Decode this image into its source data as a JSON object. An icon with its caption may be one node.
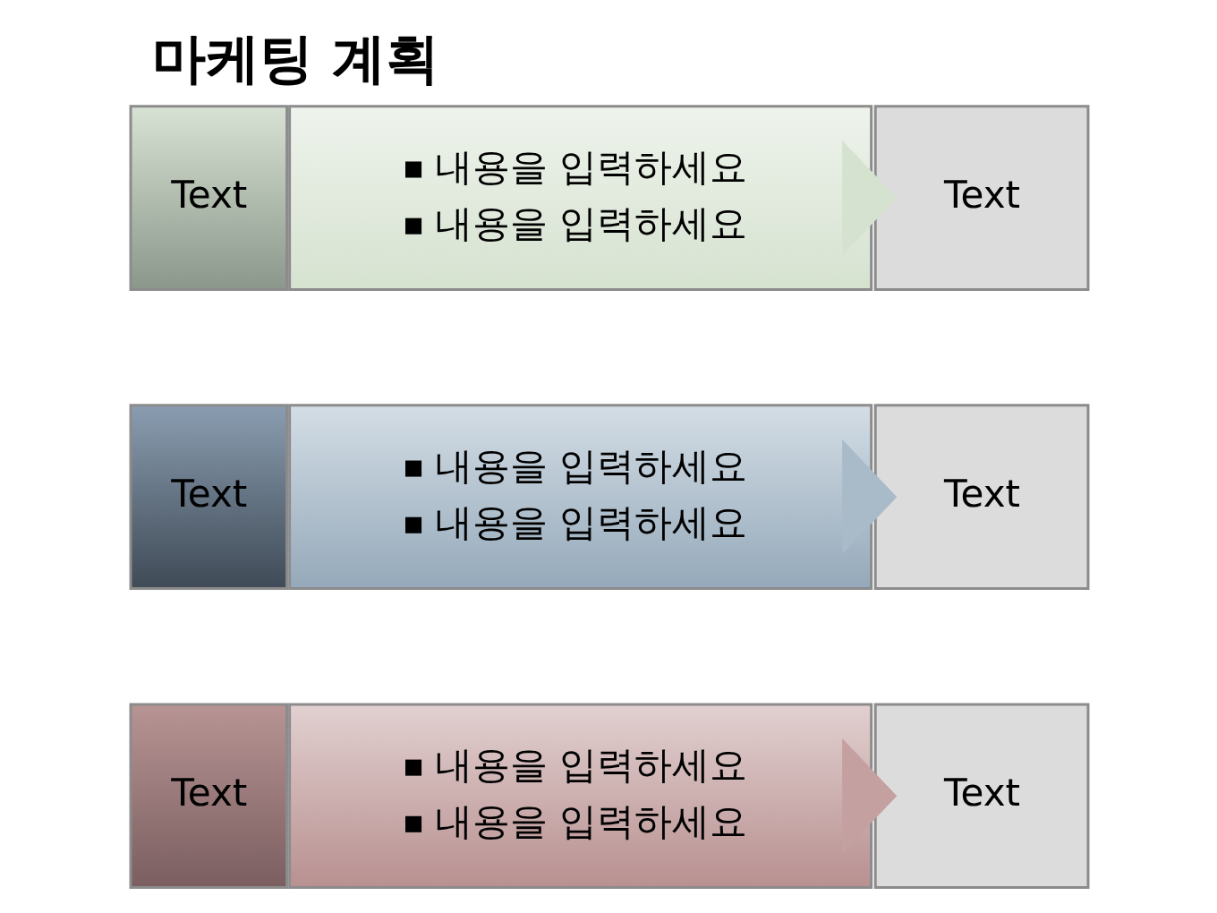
{
  "diagram": {
    "title": "마케팅 계획",
    "nodes": [
      {
        "text": [
          "Text"
        ]
      },
      {
        "text": [
          "내용을 입력하세요",
          "내용을 입력하세요"
        ]
      },
      {
        "text": [
          "Text"
        ]
      },
      {
        "text": [
          "Text"
        ]
      },
      {
        "text": [
          "내용을 입력하세요",
          "내용을 입력하세요"
        ]
      },
      {
        "text": [
          "Text"
        ]
      },
      {
        "text": [
          "Text"
        ]
      },
      {
        "text": [
          "내용을 입력하세요",
          "내용을 입력하세요"
        ]
      },
      {
        "text": [
          "Text"
        ]
      }
    ],
    "edges": [
      {
        "from": 1,
        "to": 2,
        "arrow": "to"
      },
      {
        "from": 4,
        "to": 5,
        "arrow": "to"
      },
      {
        "from": 7,
        "to": 8,
        "arrow": "to"
      }
    ]
  }
}
